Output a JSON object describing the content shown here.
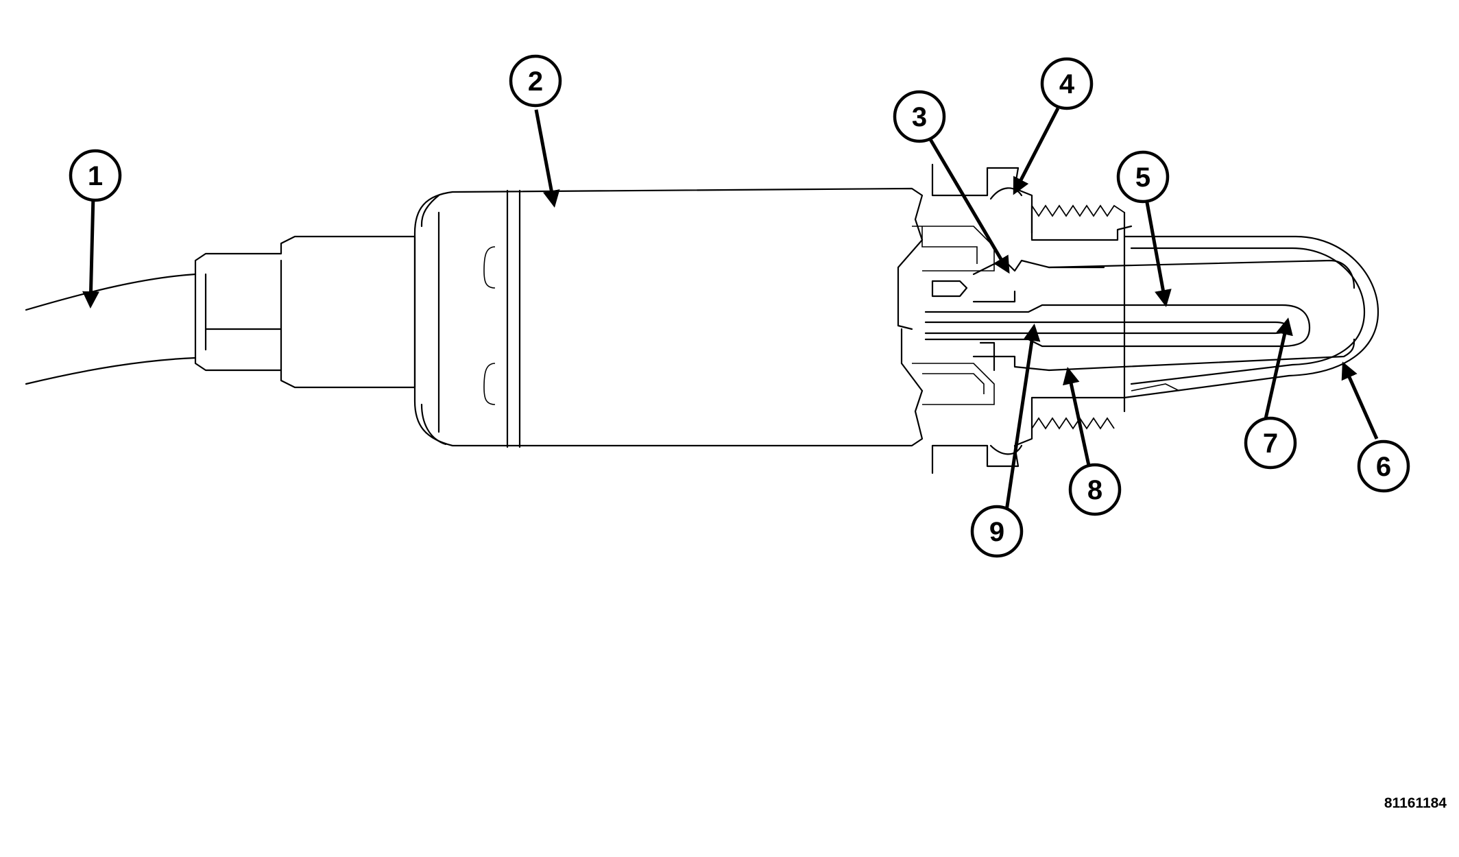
{
  "figure_id": "81161184",
  "callouts": [
    {
      "number": "1"
    },
    {
      "number": "2"
    },
    {
      "number": "3"
    },
    {
      "number": "4"
    },
    {
      "number": "5"
    },
    {
      "number": "6"
    },
    {
      "number": "7"
    },
    {
      "number": "8"
    },
    {
      "number": "9"
    }
  ]
}
